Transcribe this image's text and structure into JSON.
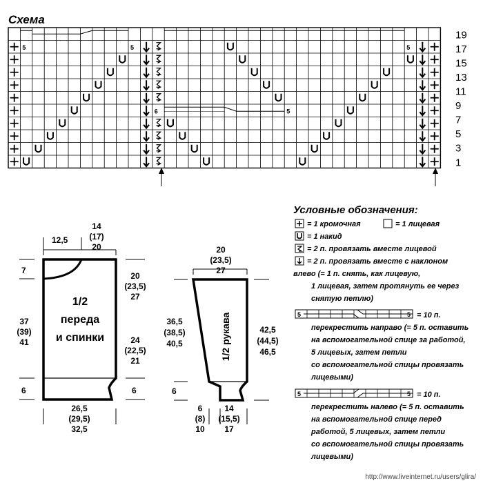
{
  "chart_title": "Схема",
  "row_numbers": [
    "19",
    "17",
    "15",
    "13",
    "11",
    "9",
    "7",
    "5",
    "3",
    "1"
  ],
  "grid_labels": {
    "five": "5",
    "six": "6"
  },
  "legend": {
    "title": "Условные обозначения:",
    "edge": "= 1 кромочная",
    "knit": "= 1 лицевая",
    "yo": "= 1 накид",
    "k2tog": "= 2 п. провязать вместе лицевой",
    "k2tog_left": [
      "= 2 п. провязать вместе с наклоном",
      "влево (= 1 п. снять, как лицевую,",
      "1 лицевая, затем протянуть ее через",
      "снятую петлю)"
    ],
    "cross_right": [
      "= 10 п.",
      "перекрестить направо (= 5 п. оставить",
      "на вспомогательной спице за работой,",
      "5 лицевых, затем петли",
      "со вспомогательной спицы провязать",
      "лицевыми)"
    ],
    "cross_left": [
      "= 10 п.",
      "перекрестить налево (= 5 п. оставить",
      "на вспомогательной спице перед",
      "работой, 5 лицевых, затем петли",
      "со вспомогательной спицы провязать",
      "лицевыми)"
    ]
  },
  "body_pattern": {
    "label": [
      "1/2",
      "переда",
      "и спинки"
    ],
    "top_left": "12,5",
    "top": [
      "14",
      "(17)",
      "20"
    ],
    "left_7": "7",
    "left_side": [
      "37",
      "(39)",
      "41"
    ],
    "left_6": "6",
    "right_top": [
      "20",
      "(23,5)",
      "27"
    ],
    "right_mid": [
      "24",
      "(22,5)",
      "21"
    ],
    "right_6": "6",
    "bottom": [
      "26,5",
      "(29,5)",
      "32,5"
    ]
  },
  "sleeve_pattern": {
    "label": "1/2 рукава",
    "top": [
      "20",
      "(23,5)",
      "27"
    ],
    "left": [
      "36,5",
      "(38,5)",
      "40,5"
    ],
    "left_6": "6",
    "right": [
      "42,5",
      "(44,5)",
      "46,5"
    ],
    "bottom_left": [
      "6",
      "(8)",
      "10"
    ],
    "bottom_right": [
      "14",
      "(15,5)",
      "17"
    ]
  },
  "watermark": "http://www.liveinternet.ru/users/glira/"
}
